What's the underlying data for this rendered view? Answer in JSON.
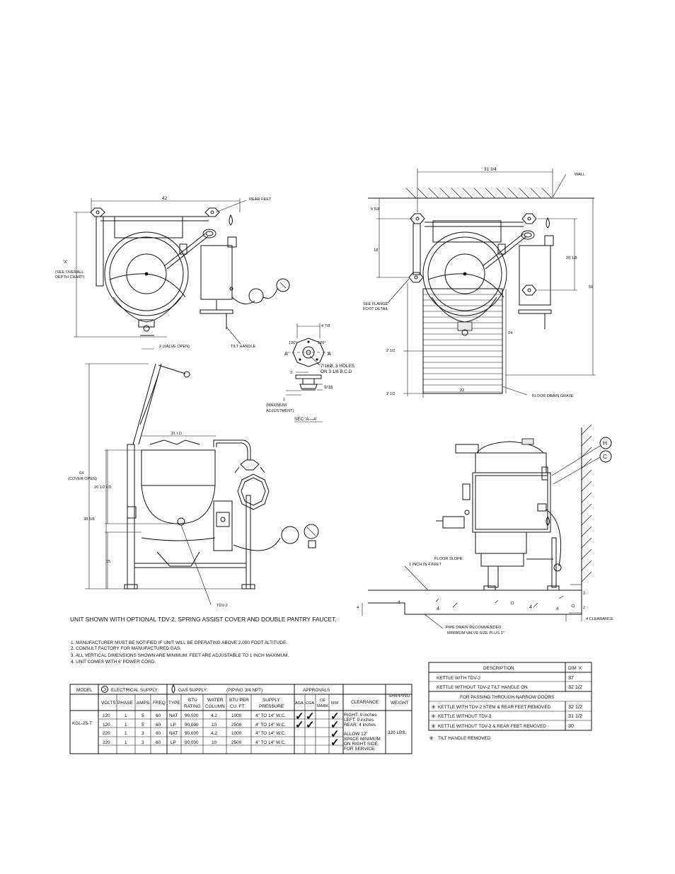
{
  "top_view": {
    "dim_width": "42",
    "rear_feet": "REAR FEET",
    "x_label_1": "'X'",
    "x_label_2": "(SEE OVERALL",
    "x_label_3": "DEPTH CHART)",
    "valve_open": "2 (VALVE OPEN)",
    "tilt_handle": "TILT HANDLE"
  },
  "flange_detail": {
    "dim_top": "4 7/8",
    "angle_left": "120°",
    "angle_right": "120°",
    "cut_a_left": "A",
    "cut_a_right": "A",
    "holes_1": "7/16Ø, 3 HOLES",
    "holes_2": "ON 3 1/8 B.C.D",
    "dim_2": "2",
    "dim_916": "9/16",
    "dim_1": "1",
    "max_adj_1": "(MAXIMUM",
    "max_adj_2": "ADJUSTMENT)",
    "section": "SEC.'A—A'"
  },
  "rear_view": {
    "dim_width": "31 3/4",
    "wall": "WALL",
    "dim_558": "5 5/8",
    "dim_18": "18",
    "dim_2018": "20 1/8",
    "dim_50": "50",
    "flange_1": "SEE FLANGE",
    "flange_2": "FOOT DETAIL",
    "dim_24": "24",
    "dim_212a": "2 1/2",
    "dim_212b": "2 1/2",
    "dim_22": "22",
    "floor_drain": "FLOOR DRAIN GRATE"
  },
  "front_view": {
    "dim_21id": "21 I.D.",
    "dim_64": "64",
    "cover_open": "(COVER OPEN)",
    "dim_2012": "20 1/2 I.D.",
    "dim_3858": "38 5/8",
    "dim_15": "15",
    "tdv": "TDV-2"
  },
  "side_view": {
    "label_h": "H",
    "label_c": "C",
    "floor_slope": "FLOOR SLOPE",
    "slope": "1 INCH IN 4 FEET",
    "dim_4": "4",
    "dim_2a": "2",
    "dim_2b": "2",
    "clearance": "4 CLEARANCE",
    "pipe_1": "PIPE DRAIN RECOMMENDED",
    "pipe_2": "MINIMUM VALVE SIZE PLUS 1\""
  },
  "unit_shown": "UNIT SHOWN WITH OPTIONAL TDV-2, SPRING ASSIST COVER AND DOUBLE PANTRY FAUCET.",
  "notes": [
    "1.   MANUFACTURER MUST BE NOTIFIED IF UNIT WILL BE OPERATING ABOVE 2,000 FOOT ALTITUDE.",
    "2.   CONSULT FACTORY FOR MANUFACTURED GAS.",
    "3.   ALL VERTICAL DIMENSIONS SHOWN ARE MINIMUM. FEET ARE ADJUSTABLE TO 1 INCH MAXIMUM.",
    "4.   UNIT COMES WITH 6' POWER CORD."
  ],
  "spec_table": {
    "h_model": "MODEL",
    "h_electrical": "ELECTRICAL SUPPLY:",
    "h_gas": "GAS SUPPLY:",
    "h_piping": "(PIPING 3/4 NPT)",
    "h_approvals": "APPROVALS",
    "h_clearance": "CLEARANCE:",
    "h_ship_1": "SHIPPING",
    "h_ship_2": "WEIGHT",
    "cols": {
      "volts": "VOLTS",
      "phase": "PHASE",
      "amps": "AMPS",
      "freq": "FREQ",
      "type": "TYPE",
      "btu_1": "BTU",
      "btu_2": "RATING",
      "water_1": "WATER",
      "water_2": "COLUMN",
      "btuper_1": "BTU PER",
      "btuper_2": "CU. FT.",
      "supply_1": "SUPPLY",
      "supply_2": "PRESSURE",
      "aga": "AGA",
      "cga": "CGA",
      "ce_1": "CE",
      "ce_2": "MARK",
      "nsf": "NSF"
    },
    "model": "KGL-25-T",
    "rows": [
      {
        "volts": "120",
        "phase": "1",
        "amps": "5",
        "freq": "60",
        "type": "NAT",
        "btu": "90,000",
        "water": "4.2",
        "btuper": "1000",
        "pressure": "4\" TO 14\" W.C."
      },
      {
        "volts": "120",
        "phase": "1",
        "amps": "5",
        "freq": "60",
        "type": "LP",
        "btu": "90,000",
        "water": "10",
        "btuper": "2500",
        "pressure": "4\" TO 14\" W.C."
      },
      {
        "volts": "220",
        "phase": "1",
        "amps": "3",
        "freq": "60",
        "type": "NAT",
        "btu": "90,000",
        "water": "4.2",
        "btuper": "1000",
        "pressure": "4\" TO 14\" W.C."
      },
      {
        "volts": "220",
        "phase": "1",
        "amps": "3",
        "freq": "60",
        "type": "LP",
        "btu": "90,000",
        "water": "10",
        "btuper": "2500",
        "pressure": "4\" TO 14\" W.C."
      }
    ],
    "clearance_lines": [
      "RIGHT: 0 inches",
      "LEFT: 0 inches",
      "REAR: 4 inches",
      "ALLOW 12\"",
      "SPACE MINIMUM",
      "ON RIGHT SIDE",
      "FOR SERVICE"
    ],
    "weight": "320 LBS."
  },
  "depth_table": {
    "h_desc": "DESCRIPTION",
    "h_dim": "DIM 'X'",
    "rows": [
      {
        "desc": "KETTLE WITH TDV-2",
        "dim": "37"
      },
      {
        "desc": "KETTLE WITHOUT TDV-2 TILT HANDLE ON",
        "dim": "32 1/2"
      }
    ],
    "sub_header": "FOR PASSING THROUGH NARROW DOORS",
    "rows2": [
      {
        "desc": "KETTLE WITH TDV-2 STEM & REAR FEET REMOVED",
        "dim": "32 1/2"
      },
      {
        "desc": "KETTLE WITHOUT TDV-2",
        "dim": "31 1/2"
      },
      {
        "desc": "KETTLE WITHOUT TDV-2 & REAR FEET REMOVED",
        "dim": "30"
      }
    ],
    "footnote": "TILT HANDLE REMOVED"
  }
}
